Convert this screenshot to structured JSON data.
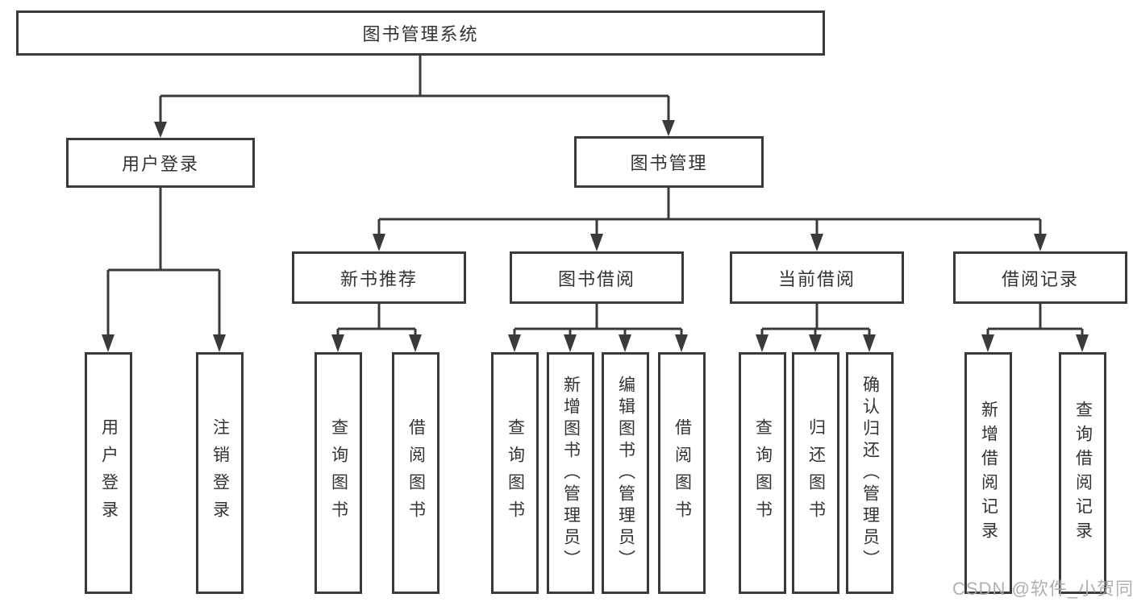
{
  "diagram": {
    "root": {
      "label": "图书管理系统"
    },
    "level2": [
      {
        "label": "用户登录"
      },
      {
        "label": "图书管理"
      }
    ],
    "level3": [
      {
        "label": "新书推荐"
      },
      {
        "label": "图书借阅"
      },
      {
        "label": "当前借阅"
      },
      {
        "label": "借阅记录"
      }
    ],
    "leaves": {
      "user_login": [
        "用户登录",
        "注销登录"
      ],
      "new_book": [
        "查询图书",
        "借阅图书"
      ],
      "book_borrow": [
        "查询图书",
        "新增图书（管理员）",
        "编辑图书（管理员）",
        "借阅图书"
      ],
      "current_borrow": [
        "查询图书",
        "归还图书",
        "确认归还（管理员）"
      ],
      "borrow_record": [
        "新增借阅记录",
        "查询借阅记录"
      ]
    }
  },
  "colors": {
    "line": "#3a3a3a",
    "border": "#3a3a3a",
    "text": "#333333",
    "watermark": "#a7a7ac"
  },
  "watermark": {
    "text": "CSDN @软件_小贺同学"
  }
}
